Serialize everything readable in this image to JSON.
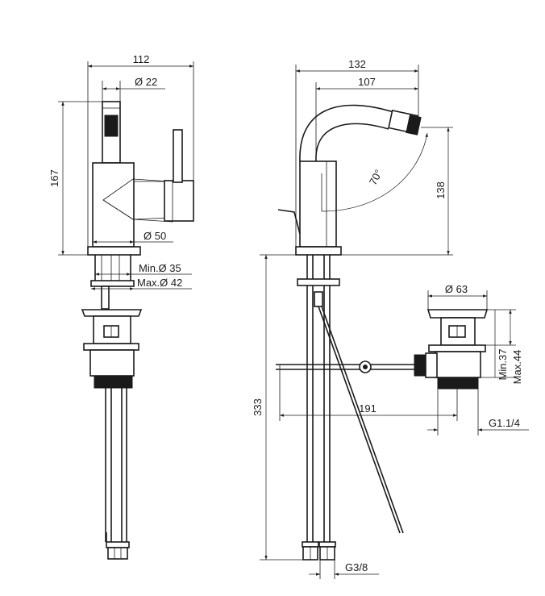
{
  "dimensions": {
    "width_total": "112",
    "spout_diameter": "Ø 22",
    "height_body": "167",
    "body_diameter": "Ø 50",
    "hole_min": "Min.Ø 35",
    "hole_max": "Max.Ø 42",
    "reach_total": "132",
    "reach_spout": "107",
    "swivel_angle": "70°",
    "spout_height": "138",
    "waste_diameter": "Ø 63",
    "waste_min": "Min.37",
    "waste_max": "Max.44",
    "tails_length": "333",
    "rod_length": "191",
    "waste_thread": "G1.1/4",
    "supply_thread": "G3/8"
  }
}
